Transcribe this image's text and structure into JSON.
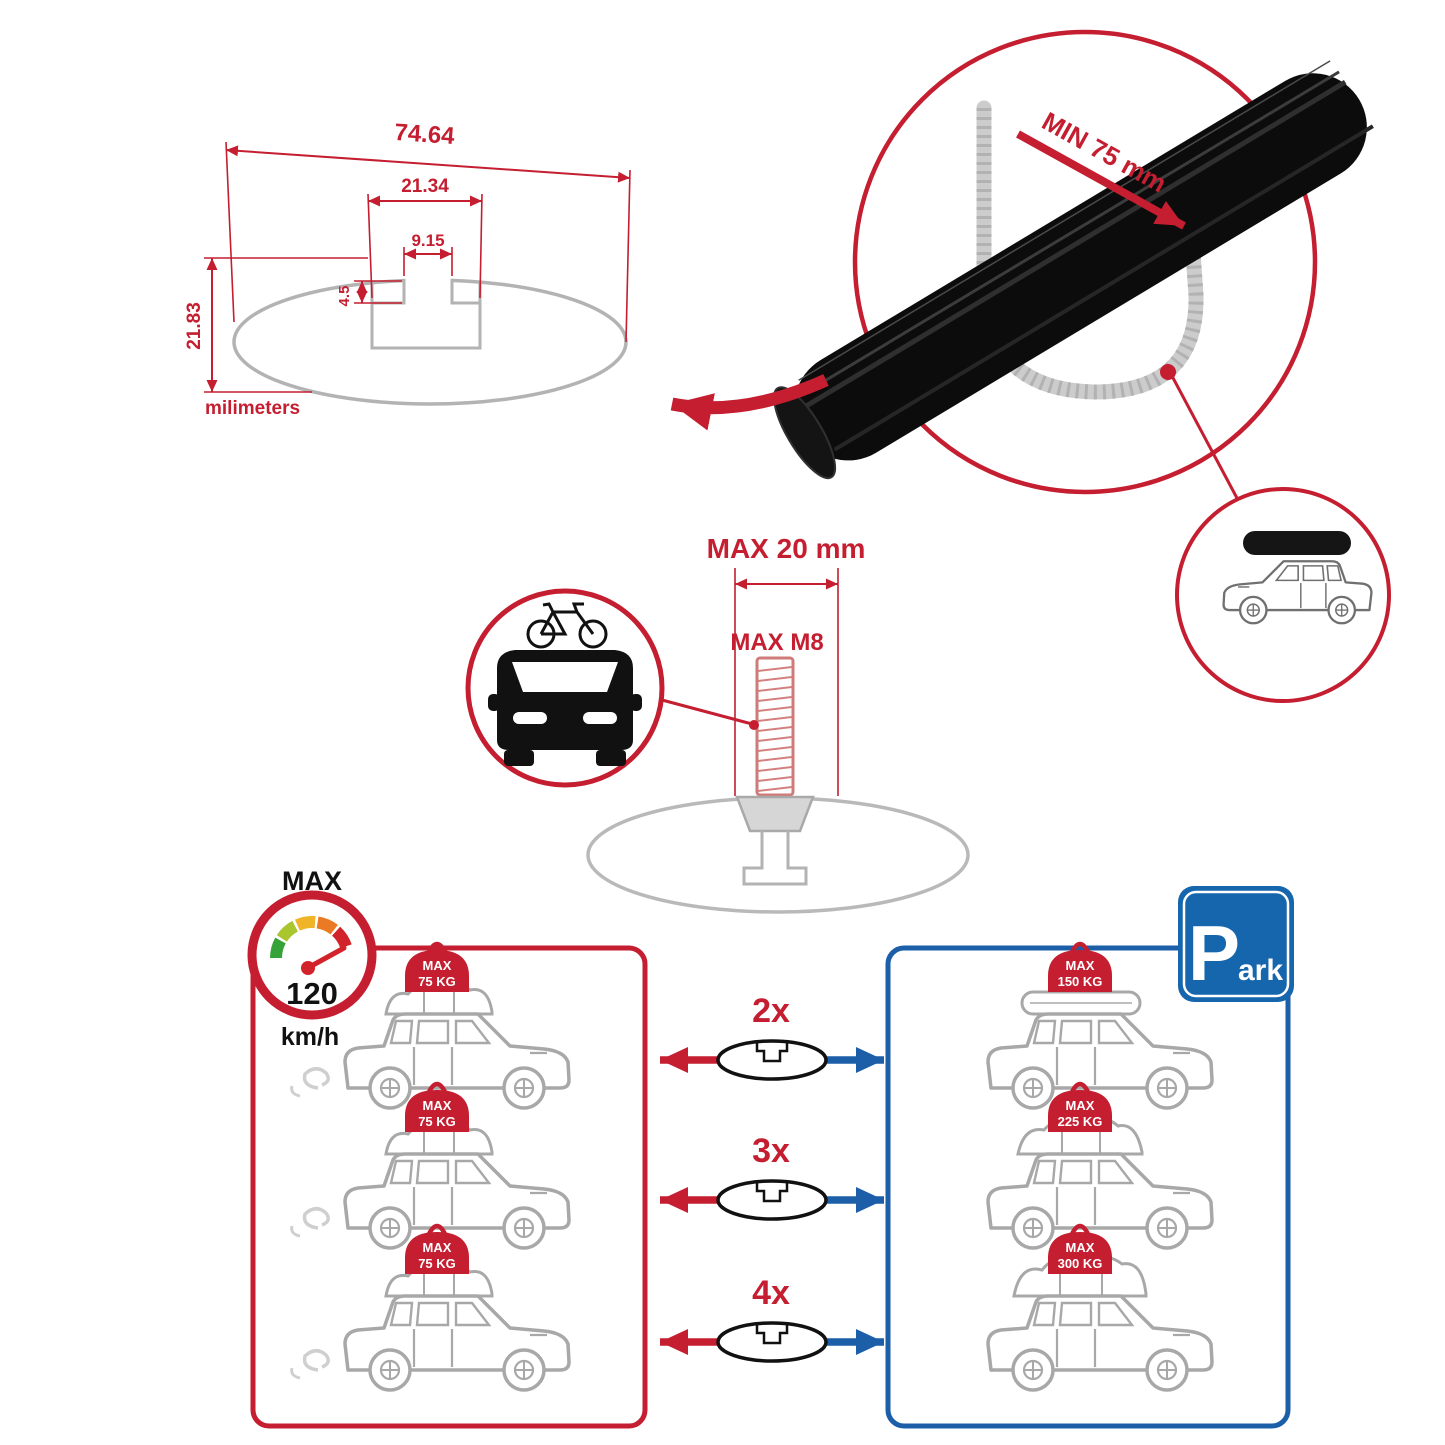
{
  "colors": {
    "red": "#C41E30",
    "blue": "#1C5FA8",
    "gray": "#B3B3B3",
    "black": "#111111"
  },
  "cross_section": {
    "total_width": "74.64",
    "channel_width": "21.34",
    "slot_width": "9.15",
    "slot_depth": "4.5",
    "total_height": "21.83",
    "unit_label": "milimeters"
  },
  "bar_zoom": {
    "min_clamp_label": "MIN 75 mm"
  },
  "bolt_spec": {
    "max_length_label": "MAX 20 mm",
    "max_thread_label": "MAX M8"
  },
  "speed_limit": {
    "label": "MAX",
    "value": "120",
    "unit": "km/h"
  },
  "comparison": {
    "left_cars": [
      {
        "tag_max": "MAX",
        "tag_load": "75 KG"
      },
      {
        "tag_max": "MAX",
        "tag_load": "75 KG"
      },
      {
        "tag_max": "MAX",
        "tag_load": "75 KG"
      }
    ],
    "multipliers": [
      "2x",
      "3x",
      "4x"
    ],
    "right_cars": [
      {
        "tag_max": "MAX",
        "tag_load": "150 KG"
      },
      {
        "tag_max": "MAX",
        "tag_load": "225 KG"
      },
      {
        "tag_max": "MAX",
        "tag_load": "300 KG"
      }
    ]
  },
  "park_sign": {
    "letter": "P",
    "rest": "ark"
  }
}
